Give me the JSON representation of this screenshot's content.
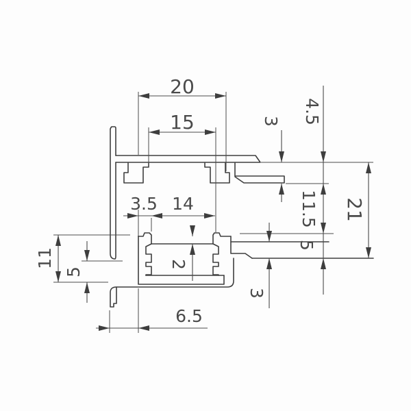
{
  "drawing": {
    "kind": "technical-cross-section",
    "dimensions": {
      "top_width": "20",
      "top_slot_width": "15",
      "lower_offset": "3.5",
      "lower_slot_width": "14",
      "wall_thickness": "2",
      "left_height": "11",
      "left_lower": "5",
      "bottom_width": "6.5",
      "right_step": "3",
      "right_top": "4.5",
      "right_mid": "11.5",
      "right_lower": "5",
      "right_total": "21",
      "bottom_right_thickness": "3"
    },
    "colors": {
      "line": "#3e3e3e",
      "text": "#4a4a4a",
      "background": "#fdfdfd"
    }
  }
}
